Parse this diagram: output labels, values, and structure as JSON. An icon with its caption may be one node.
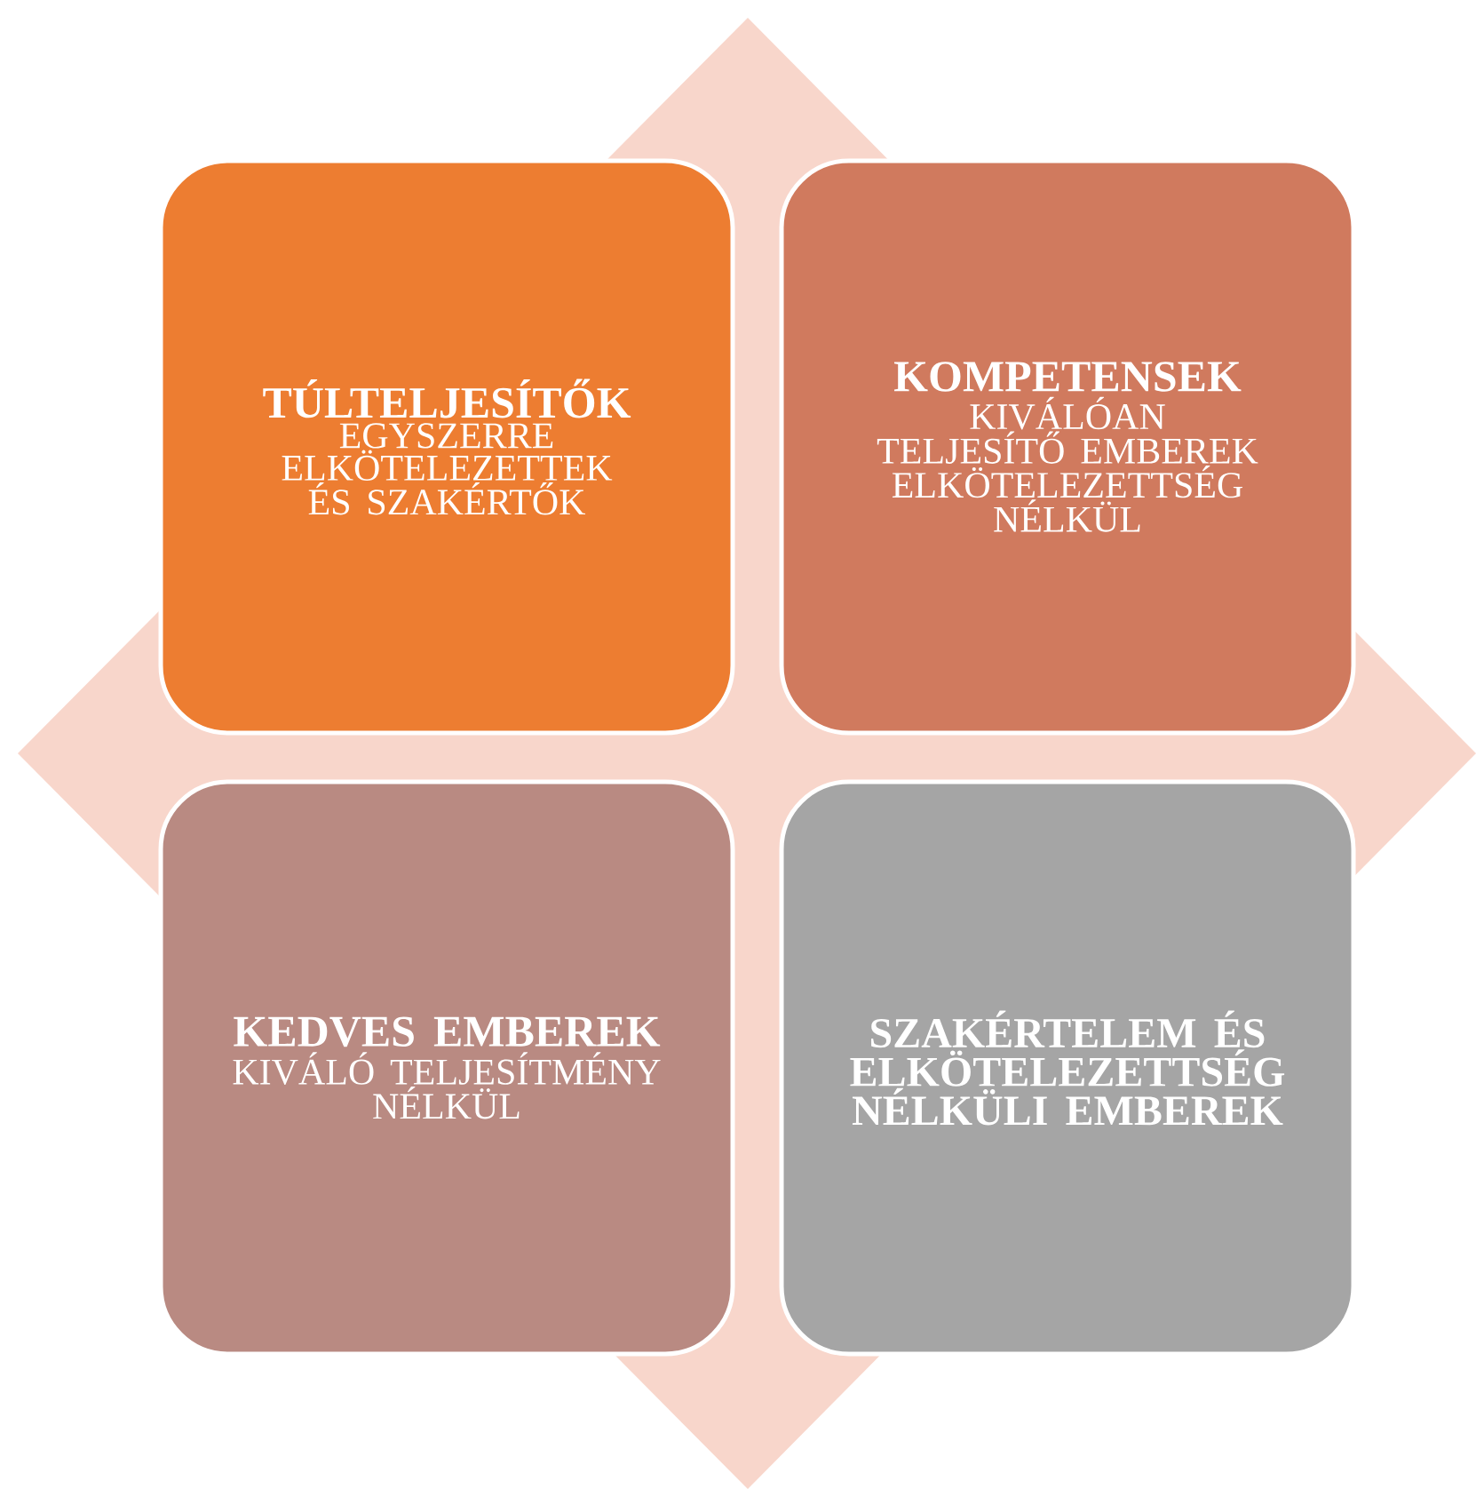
{
  "diagram": {
    "nodes": [
      {
        "text": [
          "TÚLTELJESÍTŐK",
          "EGYSZERRE ELKÖTELEZETTEK ÉS SZAKÉRTŐK"
        ]
      },
      {
        "text": [
          "KOMPETENSEK",
          "KIVÁLÓAN TELJESÍTŐ EMBEREK ELKÖTELEZETTSÉG NÉLKÜL"
        ]
      },
      {
        "text": [
          "KEDVES EMBEREK",
          "KIVÁLÓ TELJESÍTMÉNY NÉLKÜL"
        ]
      },
      {
        "text": [
          "SZAKÉRTELEM ÉS ELKÖTELEZETTSÉG NÉLKÜLI EMBEREK"
        ]
      }
    ]
  }
}
